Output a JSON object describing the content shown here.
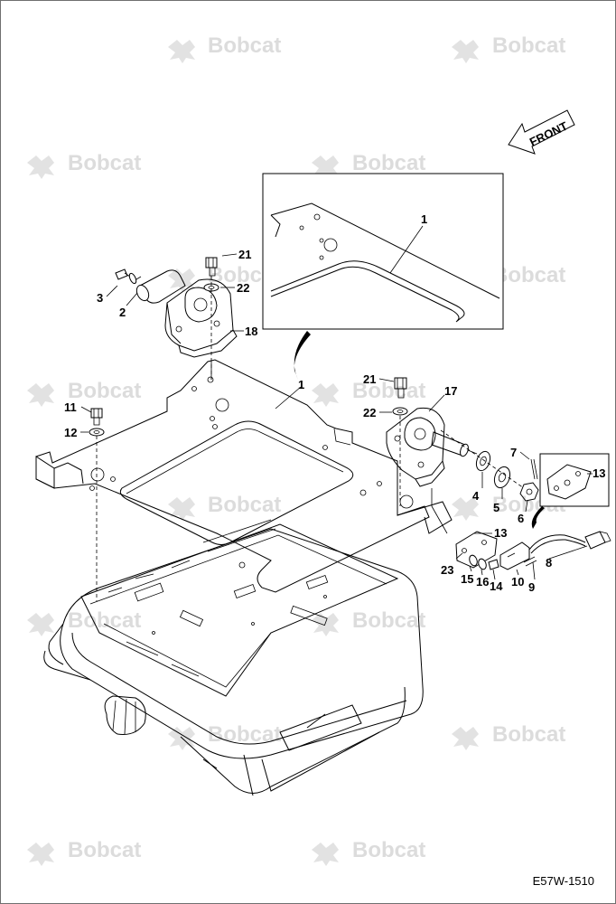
{
  "watermark": "Bobcat",
  "front_label": "FRONT",
  "reference_code": "E57W-1510",
  "callouts": {
    "c1_inset": "1",
    "c1_plate": "1",
    "c2": "2",
    "c3": "3",
    "c4": "4",
    "c5": "5",
    "c6": "6",
    "c7": "7",
    "c8": "8",
    "c9": "9",
    "c10": "10",
    "c11": "11",
    "c12": "12",
    "c13_top": "13",
    "c13_mid": "13",
    "c14": "14",
    "c15": "15",
    "c16": "16",
    "c17": "17",
    "c18": "18",
    "c21_left": "21",
    "c21_right": "21",
    "c22_left": "22",
    "c22_right": "22",
    "c23": "23"
  }
}
